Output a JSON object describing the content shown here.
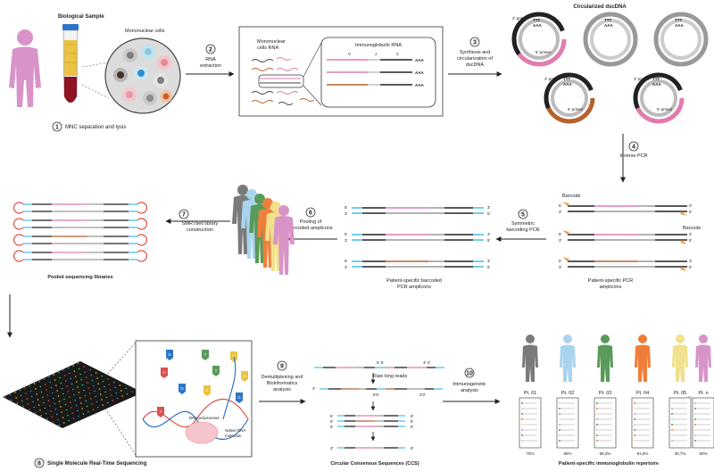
{
  "labels": {
    "biological_sample": "Biological Sample",
    "mononuclear_cells": "Mononuclear cells",
    "circularized_dscdna": "Circularized dscDNA",
    "mnc_cells_rna_1": "Mononuclear",
    "mnc_cells_rna_2": "cells RNA",
    "immunoglobulin_rna": "Immunoglobulin RNA",
    "seg_v": "V",
    "seg_j": "J",
    "seg_c": "C",
    "poly_a": "AAA",
    "poly_t": "TTT",
    "primer_3": "3' primer",
    "primer_5": "5' primer",
    "barcode": "Barcode",
    "raw_long_reads": "Raw long reads",
    "dna_polymerase": "DNA polymerase",
    "native_dna_1": "Native DNA",
    "native_dna_2": "molecule",
    "pooled_libraries": "Pooled sequencing libraries",
    "patient_specific_pcr_1": "Patient-specific PCR",
    "patient_specific_pcr_2": "amplicons",
    "patient_barcoded_1": "Patient-specific barcoded",
    "patient_barcoded_2": "PCR amplicons",
    "ccs": "Circular Consensus Sequences (CCS)",
    "repertoire": "Patient-specific immunoglobulin repertoire",
    "end5": "5'",
    "end3": "3'",
    "end55": "5' 5'",
    "end33": "3' 3'",
    "end55b": "5'5'",
    "end33b": "3'3'"
  },
  "steps": [
    {
      "num": "1",
      "text": "MNC separation and lysis"
    },
    {
      "num": "2",
      "text1": "RNA",
      "text2": "extraction"
    },
    {
      "num": "3",
      "text1": "Synthesis and",
      "text2": "circularization of",
      "text3": "dscDNA"
    },
    {
      "num": "4",
      "text1": "Inverse PCR"
    },
    {
      "num": "5",
      "text1": "Symmetric",
      "text2": "barcoding PCR"
    },
    {
      "num": "6",
      "text1": "Pooling of",
      "text2": "barcoded amplicons"
    },
    {
      "num": "7",
      "text1": "SMRTbell library",
      "text2": "construction"
    },
    {
      "num": "8",
      "text": "Single Molecule Real-Time Sequencing"
    },
    {
      "num": "9",
      "text1": "Demultiplexing and",
      "text2": "Bioinformatics",
      "text3": "analysis"
    },
    {
      "num": "10",
      "text1": "Immunogenetic",
      "text2": "analysis"
    }
  ],
  "nucleotides": [
    "G",
    "T",
    "C",
    "A",
    "G",
    "T",
    "C",
    "A",
    "G",
    "C"
  ],
  "patients": [
    {
      "label": "Pt. 01",
      "pct": "75%",
      "color": "#7a7a7a"
    },
    {
      "label": "Pt. 02",
      "pct": "66%",
      "color": "#a9d4ee"
    },
    {
      "label": "Pt. 03",
      "pct": "58,3%",
      "color": "#5a9a5a"
    },
    {
      "label": "Pt. 04",
      "pct": "91,6%",
      "color": "#ee7f3a"
    },
    {
      "label": "Pt. 05",
      "pct": "30,7%",
      "color": "#f1e08c"
    },
    {
      "label": "Pt. n",
      "pct": "50%",
      "color": "#d894c9"
    }
  ],
  "ellipsis": "....",
  "colors": {
    "pink": "#e27bb0",
    "black": "#222222",
    "gray": "#9a9a9a",
    "brown": "#b5612d",
    "cyan": "#4fc3e6",
    "orange": "#f0a04b",
    "red": "#d9534f",
    "human": "#d894c9"
  }
}
